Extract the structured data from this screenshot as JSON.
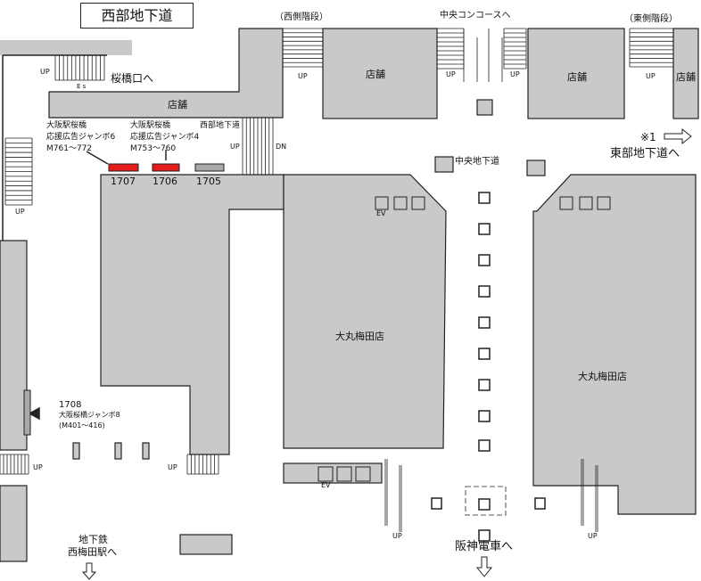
{
  "title": "西部地下道",
  "labels": {
    "west_stairs": "（西側階段）",
    "east_stairs": "（東側階段）",
    "central_concourse": "中央コンコースへ",
    "sakurabashi_exit": "桜橋口へ",
    "store": "店舗",
    "central_underpass": "中央地下道",
    "east_underpass_note": "※1",
    "east_underpass": "東部地下道へ",
    "daimaru_1": "大丸梅田店",
    "daimaru_2": "大丸梅田店",
    "subway_line1": "地下鉄",
    "subway_line2": "西梅田駅へ",
    "hanshin": "阪神電車へ",
    "west_underpass_small": "西部地下道",
    "up": "UP",
    "dn": "DN",
    "ev": "EV",
    "es": "E s"
  },
  "ads": [
    {
      "id": "1707",
      "line1": "大阪駅桜橋",
      "line2": "応援広告ジャンボ6",
      "line3": "M761～772",
      "color": "#e31b1b"
    },
    {
      "id": "1706",
      "line1": "大阪駅桜橋",
      "line2": "応援広告ジャンボ4",
      "line3": "M753～760",
      "color": "#e31b1b"
    },
    {
      "id": "1705",
      "color": "#a8a8a8"
    },
    {
      "id": "1708",
      "line1": "大阪桜橋ジャンボ8",
      "line2": "(M401～416)",
      "color": "#a8a8a8"
    }
  ],
  "colors": {
    "building": "#c8c9cb",
    "line": "#222222"
  }
}
